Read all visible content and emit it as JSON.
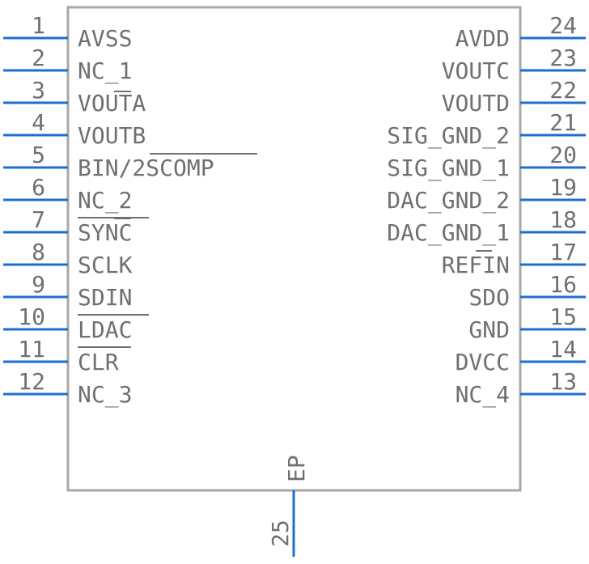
{
  "component": {
    "body_color": "#a8a8a8",
    "pin_color": "#1c6fd1",
    "label_color": "#707070",
    "number_color": "#707070"
  },
  "left_pins": [
    {
      "number": "1",
      "name": "AVSS"
    },
    {
      "number": "2",
      "name": "NC_1"
    },
    {
      "number": "3",
      "name": "VOUTA"
    },
    {
      "number": "4",
      "name": "VOUTB"
    },
    {
      "number": "5",
      "name": "BIN/2SCOMP"
    },
    {
      "number": "6",
      "name": "NC_2"
    },
    {
      "number": "7",
      "name": "SYNC"
    },
    {
      "number": "8",
      "name": "SCLK"
    },
    {
      "number": "9",
      "name": "SDIN"
    },
    {
      "number": "10",
      "name": "LDAC"
    },
    {
      "number": "11",
      "name": "CLR"
    },
    {
      "number": "12",
      "name": "NC_3"
    }
  ],
  "right_pins": [
    {
      "number": "24",
      "name": "AVDD"
    },
    {
      "number": "23",
      "name": "VOUTC"
    },
    {
      "number": "22",
      "name": "VOUTD"
    },
    {
      "number": "21",
      "name": "SIG_GND_2"
    },
    {
      "number": "20",
      "name": "SIG_GND_1"
    },
    {
      "number": "19",
      "name": "DAC_GND_2"
    },
    {
      "number": "18",
      "name": "DAC_GND_1"
    },
    {
      "number": "17",
      "name": "REFIN"
    },
    {
      "number": "16",
      "name": "SDO"
    },
    {
      "number": "15",
      "name": "GND"
    },
    {
      "number": "14",
      "name": "DVCC"
    },
    {
      "number": "13",
      "name": "NC_4"
    }
  ],
  "bottom_pin": {
    "number": "25",
    "name": "EP"
  }
}
